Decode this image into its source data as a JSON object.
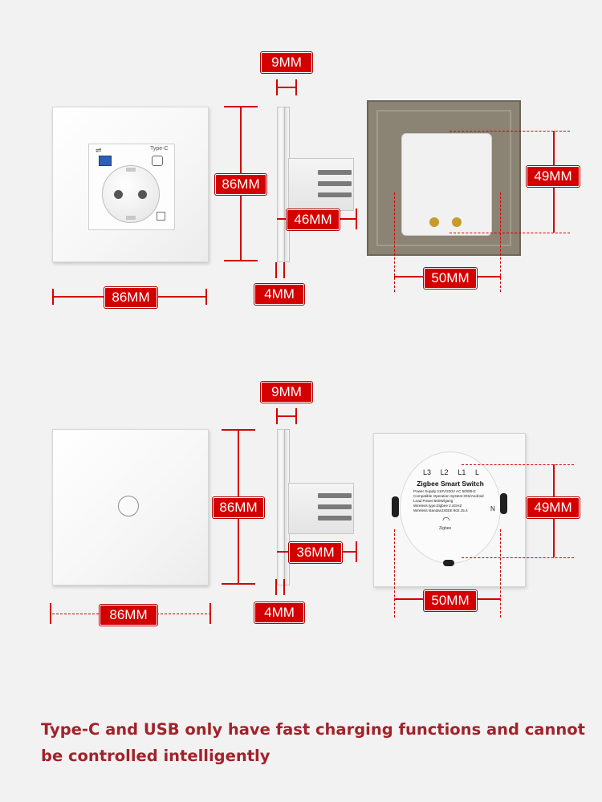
{
  "socket_row": {
    "front_width": "86MM",
    "front_height": "86MM",
    "socket_usb_icon": "usb-icon",
    "socket_typec_label": "Type-C",
    "side_glass": "9MM",
    "side_depth": "46MM",
    "side_plate": "4MM",
    "rear_height": "49MM",
    "rear_width": "50MM"
  },
  "switch_row": {
    "front_width": "86MM",
    "front_height": "86MM",
    "side_glass": "9MM",
    "side_depth": "36MM",
    "side_plate": "4MM",
    "rear_height": "49MM",
    "rear_width": "50MM",
    "module_terminals": [
      "L3",
      "L2",
      "L1",
      "L"
    ],
    "module_title": "Zigbee Smart Switch",
    "module_lines": [
      "Power Supply:110V/220V AC 50/60Hz",
      "Compatible Operation System:IOS/Android",
      "Load Power:600W/gang",
      "Wireless type:Zigbee 2.4GHZ",
      "Wireless standard:IEEE 802.15.4"
    ],
    "module_n": "N",
    "module_brand": "Zigbee"
  },
  "footer_note": "Type-C and USB only have fast charging functions and cannot be controlled intelligently",
  "colors": {
    "accent": "#d40000",
    "note": "#a3222a"
  }
}
